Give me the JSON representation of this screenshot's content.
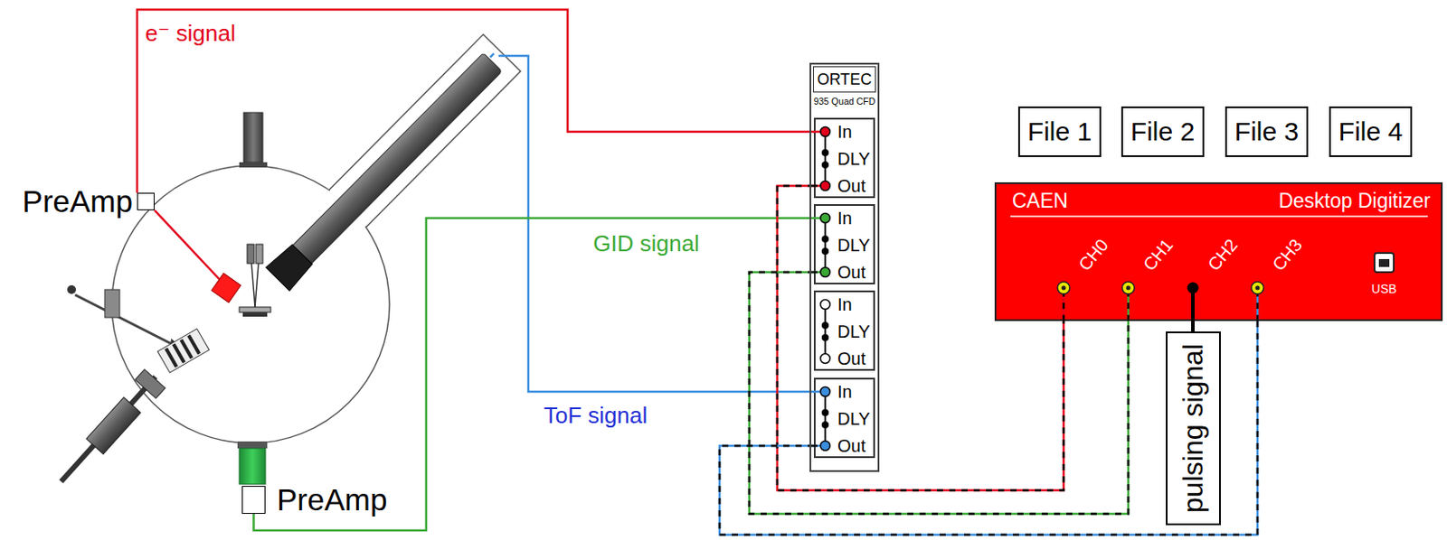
{
  "diagram": {
    "nodes": [
      {
        "text": [
          "PreAmp"
        ]
      },
      {
        "text": [
          "PreAmp"
        ]
      },
      {
        "text": [
          "ORTEC",
          "935 Quad CFD"
        ]
      },
      {
        "text": [
          "In",
          "DLY",
          "Out"
        ],
        "in": 2
      },
      {
        "text": [
          "In",
          "DLY",
          "Out"
        ],
        "in": 2
      },
      {
        "text": [
          "In",
          "DLY",
          "Out"
        ],
        "in": 2
      },
      {
        "text": [
          "In",
          "DLY",
          "Out"
        ],
        "in": 2
      },
      {
        "text": [
          "File 1"
        ]
      },
      {
        "text": [
          "File 2"
        ]
      },
      {
        "text": [
          "File 3"
        ]
      },
      {
        "text": [
          "File 4"
        ]
      },
      {
        "text": [
          "CAEN",
          "Desktop Digitizer"
        ]
      },
      {
        "text": [
          "pulsing signal"
        ]
      }
    ],
    "edges": [
      {
        "from": 0,
        "to": 3,
        "arrow": "none"
      },
      {
        "from": 1,
        "to": 4,
        "arrow": "none"
      },
      {
        "from": 3,
        "to": 11,
        "arrow": "none"
      },
      {
        "from": 4,
        "to": 11,
        "arrow": "none"
      },
      {
        "from": 6,
        "to": 11,
        "arrow": "none"
      },
      {
        "from": 12,
        "to": 11,
        "arrow": "none"
      }
    ],
    "labels": [
      "e⁻ signal",
      "GID signal",
      "ToF signal",
      "CH0",
      "CH1",
      "CH2",
      "CH3",
      "USB"
    ]
  }
}
